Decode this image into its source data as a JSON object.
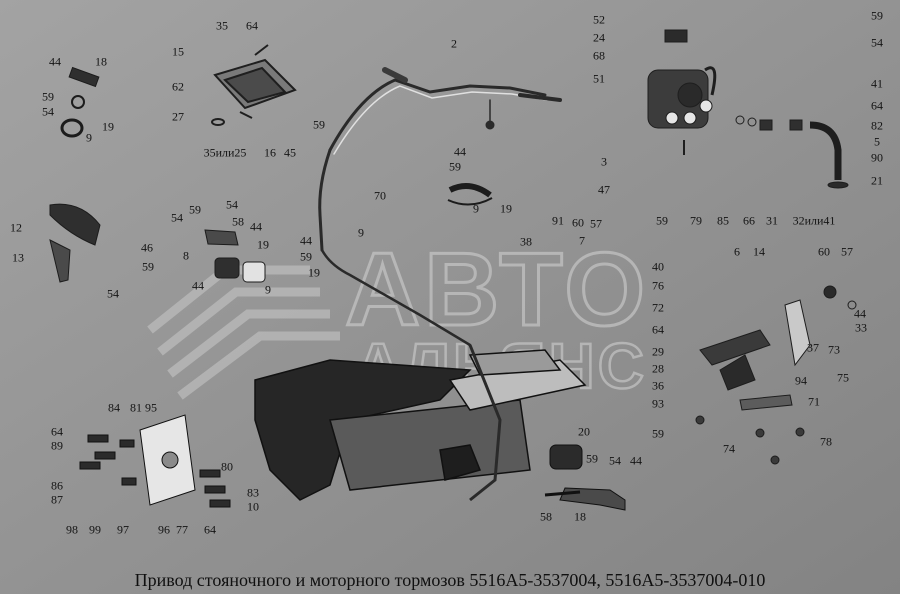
{
  "caption": "Привод стояночного и моторного тормозов 5516А5-3537004, 5516А5-3537004-010",
  "watermark": {
    "brand_line1": "АВТО",
    "brand_line2": "АЛЬЯНС"
  },
  "callouts": [
    "35",
    "64",
    "15",
    "62",
    "27",
    "35или25",
    "16",
    "45",
    "44",
    "18",
    "59",
    "54",
    "9",
    "19",
    "2",
    "59",
    "52",
    "24",
    "68",
    "51",
    "59",
    "54",
    "41",
    "64",
    "82",
    "5",
    "90",
    "21",
    "44",
    "59",
    "3",
    "47",
    "9",
    "19",
    "70",
    "12",
    "13",
    "54",
    "54",
    "59",
    "58",
    "54",
    "44",
    "8",
    "19",
    "46",
    "59",
    "44",
    "9",
    "44",
    "59",
    "9",
    "19",
    "91",
    "60",
    "57",
    "38",
    "7",
    "59",
    "79",
    "85",
    "66",
    "31",
    "32или41",
    "6",
    "14",
    "60",
    "57",
    "40",
    "76",
    "72",
    "64",
    "29",
    "28",
    "36",
    "93",
    "59",
    "44",
    "33",
    "37",
    "73",
    "94",
    "75",
    "71",
    "74",
    "78",
    "84",
    "81",
    "95",
    "64",
    "89",
    "86",
    "87",
    "98",
    "99",
    "97",
    "96",
    "77",
    "64",
    "80",
    "83",
    "10",
    "20",
    "59",
    "54",
    "44",
    "58",
    "18"
  ]
}
